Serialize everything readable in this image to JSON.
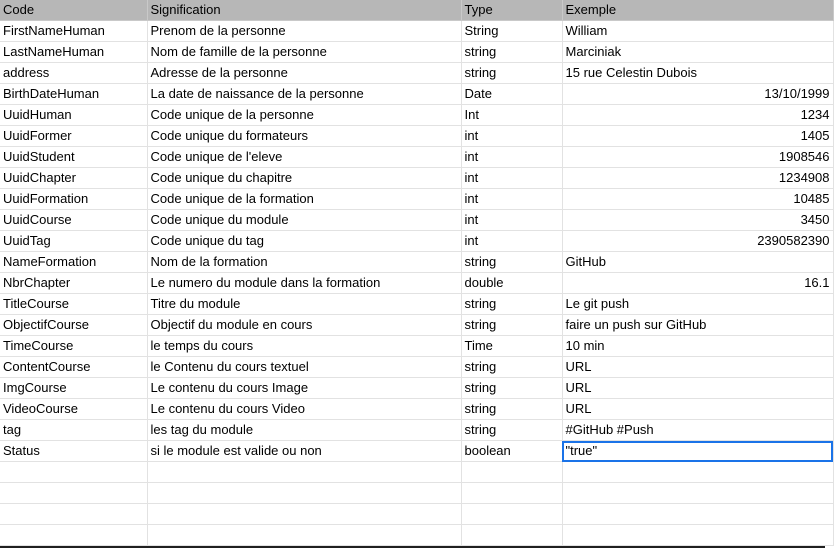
{
  "sheet": {
    "headers": [
      "Code",
      "Signification",
      "Type",
      "Exemple"
    ],
    "rows": [
      {
        "code": "FirstNameHuman",
        "signification": "Prenom de la personne",
        "type": "String",
        "exemple": "William",
        "numeric": false
      },
      {
        "code": "LastNameHuman",
        "signification": "Nom de famille de la personne",
        "type": "string",
        "exemple": "Marciniak",
        "numeric": false
      },
      {
        "code": "address",
        "signification": "Adresse de la personne",
        "type": "string",
        "exemple": "15 rue Celestin Dubois",
        "numeric": false
      },
      {
        "code": "BirthDateHuman",
        "signification": "La date de naissance de la personne",
        "type": "Date",
        "exemple": "13/10/1999",
        "numeric": true
      },
      {
        "code": "UuidHuman",
        "signification": "Code unique de la personne",
        "type": "Int",
        "exemple": "1234",
        "numeric": true
      },
      {
        "code": "UuidFormer",
        "signification": "Code unique du formateurs",
        "type": "int",
        "exemple": "1405",
        "numeric": true
      },
      {
        "code": "UuidStudent",
        "signification": "Code unique de l'eleve",
        "type": "int",
        "exemple": "1908546",
        "numeric": true
      },
      {
        "code": "UuidChapter",
        "signification": "Code unique du chapitre",
        "type": "int",
        "exemple": "1234908",
        "numeric": true
      },
      {
        "code": "UuidFormation",
        "signification": "Code unique de la formation",
        "type": "int",
        "exemple": "10485",
        "numeric": true
      },
      {
        "code": "UuidCourse",
        "signification": "Code unique du module",
        "type": "int",
        "exemple": "3450",
        "numeric": true
      },
      {
        "code": "UuidTag",
        "signification": "Code unique du tag",
        "type": "int",
        "exemple": "2390582390",
        "numeric": true
      },
      {
        "code": "NameFormation",
        "signification": "Nom de la formation",
        "type": "string",
        "exemple": "GitHub",
        "numeric": false
      },
      {
        "code": "NbrChapter",
        "signification": "Le numero du module dans la formation",
        "type": "double",
        "exemple": "16.1",
        "numeric": true
      },
      {
        "code": "TitleCourse",
        "signification": "Titre du module",
        "type": "string",
        "exemple": "Le git push",
        "numeric": false
      },
      {
        "code": "ObjectifCourse",
        "signification": "Objectif du module en cours",
        "type": "string",
        "exemple": "faire un push sur GitHub",
        "numeric": false
      },
      {
        "code": "TimeCourse",
        "signification": "le temps du cours",
        "type": "Time",
        "exemple": "10 min",
        "numeric": false
      },
      {
        "code": "ContentCourse",
        "signification": "le Contenu du cours textuel",
        "type": "string",
        "exemple": "URL",
        "numeric": false
      },
      {
        "code": "ImgCourse",
        "signification": "Le contenu du cours Image",
        "type": "string",
        "exemple": "URL",
        "numeric": false
      },
      {
        "code": "VideoCourse",
        "signification": "Le contenu du cours Video",
        "type": "string",
        "exemple": "URL",
        "numeric": false
      },
      {
        "code": "tag",
        "signification": "les tag du module",
        "type": "string",
        "exemple": "#GitHub #Push",
        "numeric": false
      },
      {
        "code": "Status",
        "signification": "si le module est valide ou non",
        "type": "boolean",
        "exemple": "\"true\"",
        "numeric": false,
        "selected": true
      }
    ],
    "empty_rows": 4,
    "colors": {
      "header_bg": "#b7b7b7",
      "grid_line": "#e2e2e2",
      "selection": "#1a73e8"
    }
  }
}
